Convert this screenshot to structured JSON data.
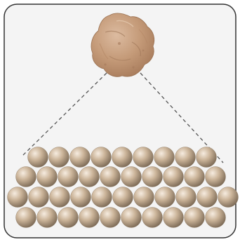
{
  "figure": {
    "panel_background": "#f4f4f4",
    "panel_border": "#333333",
    "rock": {
      "icon": "rock-grain-icon",
      "fill": "#c49a78",
      "shade": "#a87c5c",
      "highlight": "#dcbba0"
    },
    "zoom_lines": {
      "stroke": "#555555",
      "style": "dashed"
    },
    "particles": {
      "icon": "particle-sphere-icon",
      "highlight": "#f6ece0",
      "mid": "#cbb499",
      "shadow": "#7c6a56",
      "row_counts": [
        9,
        10,
        11,
        10
      ]
    }
  }
}
